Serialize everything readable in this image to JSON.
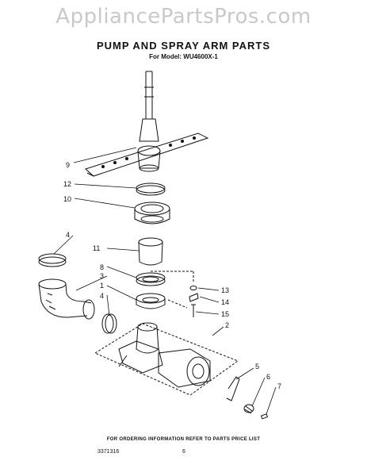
{
  "watermark": "AppliancePartsPros.com",
  "title": "PUMP AND SPRAY ARM PARTS",
  "subtitle": "For Model: WU4600X-1",
  "callouts": [
    {
      "id": "9",
      "label": "9"
    },
    {
      "id": "12",
      "label": "12"
    },
    {
      "id": "10",
      "label": "10"
    },
    {
      "id": "4a",
      "label": "4"
    },
    {
      "id": "11",
      "label": "11"
    },
    {
      "id": "8",
      "label": "8"
    },
    {
      "id": "3",
      "label": "3"
    },
    {
      "id": "1",
      "label": "1"
    },
    {
      "id": "4b",
      "label": "4"
    },
    {
      "id": "13",
      "label": "13"
    },
    {
      "id": "14",
      "label": "14"
    },
    {
      "id": "15",
      "label": "15"
    },
    {
      "id": "2",
      "label": "2"
    },
    {
      "id": "5",
      "label": "5"
    },
    {
      "id": "6",
      "label": "6"
    },
    {
      "id": "7",
      "label": "7"
    }
  ],
  "footer": {
    "note": "FOR ORDERING INFORMATION REFER TO PARTS PRICE LIST",
    "doc_number": "3371316",
    "page_number": "6"
  }
}
